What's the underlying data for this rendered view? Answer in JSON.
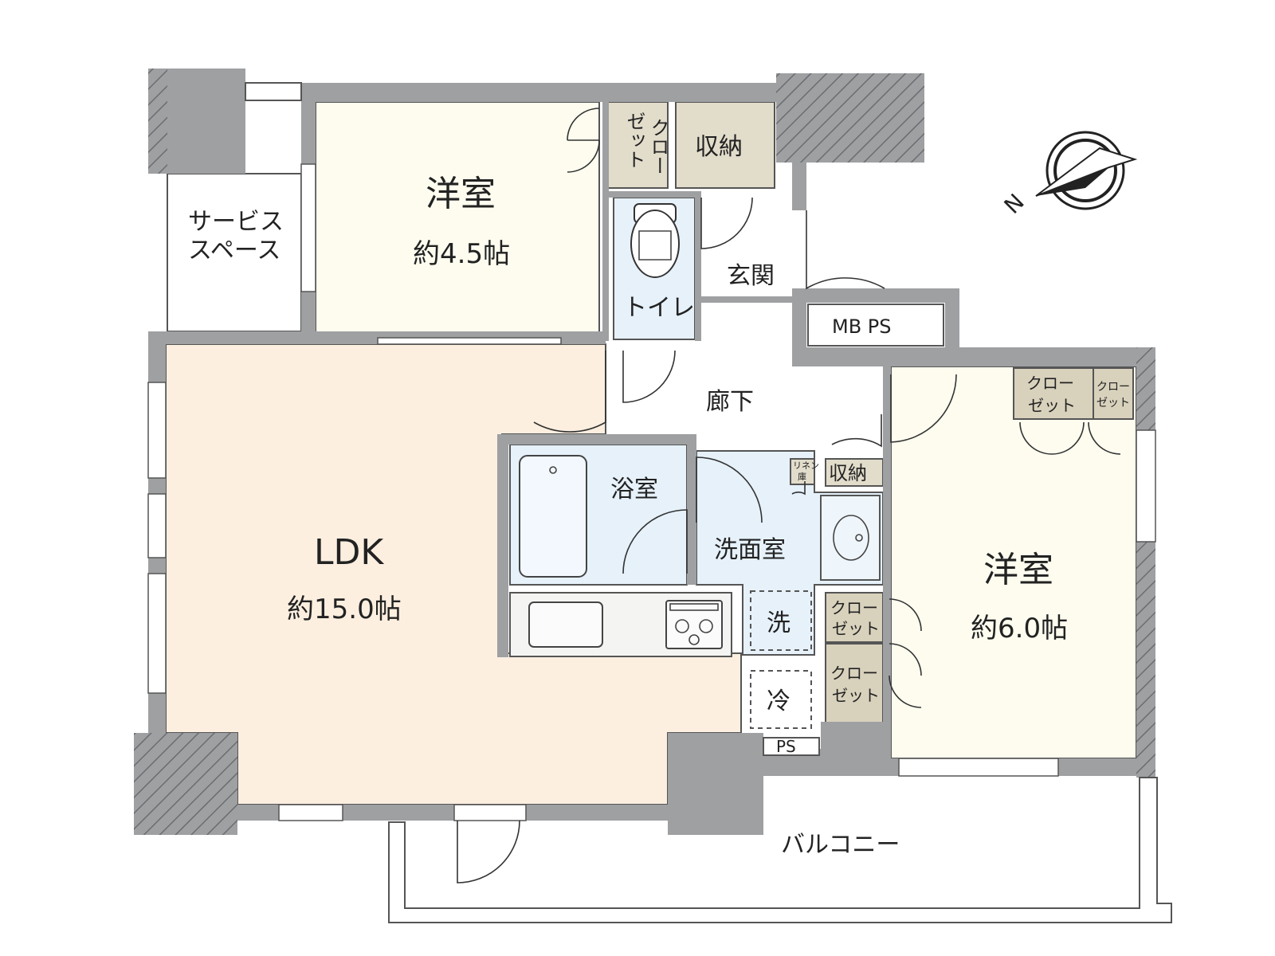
{
  "title": "",
  "colors": {
    "wall": "#9ea0a2",
    "bedroom_small_floor": "#fdfcef",
    "bedroom_large_floor": "#fdfcef",
    "ldk_floor": "#fcefe0",
    "wet_area_floor": "#e6f1fa",
    "storage_floor": "#e2dccb",
    "closet_floor": "#d8d1bc"
  },
  "rooms": {
    "western_small": {
      "name": "洋室",
      "area": "約4.5帖"
    },
    "western_large": {
      "name": "洋室",
      "area": "約6.0帖"
    },
    "ldk": {
      "name": "LDK",
      "area": "約15.0帖"
    },
    "service_space": {
      "line1": "サービス",
      "line2": "スペース"
    },
    "entrance": "玄関",
    "toilet": "トイレ",
    "corridor": "廊下",
    "bathroom": "浴室",
    "washroom": "洗面室",
    "balcony": "バルコニー",
    "mb_ps": "MB PS",
    "ps": "PS"
  },
  "storage": {
    "top_closet_col1": "クロー",
    "top_closet_col2": "ゼット",
    "top_storage": "収納",
    "mid_storage": "収納",
    "linen_line1": "リネン",
    "linen_line2": "庫",
    "right_closet_a_line1": "クロー",
    "right_closet_a_line2": "ゼット",
    "right_closet_b_line1": "クロー",
    "right_closet_b_line2": "ゼット",
    "mid_closet_a_line1": "クロー",
    "mid_closet_a_line2": "ゼット",
    "mid_closet_b_line1": "クロー",
    "mid_closet_b_line2": "ゼット"
  },
  "appliances": {
    "washer": "洗",
    "fridge": "冷"
  },
  "compass": {
    "north_label": "N",
    "icon": "compass-rose-icon"
  }
}
